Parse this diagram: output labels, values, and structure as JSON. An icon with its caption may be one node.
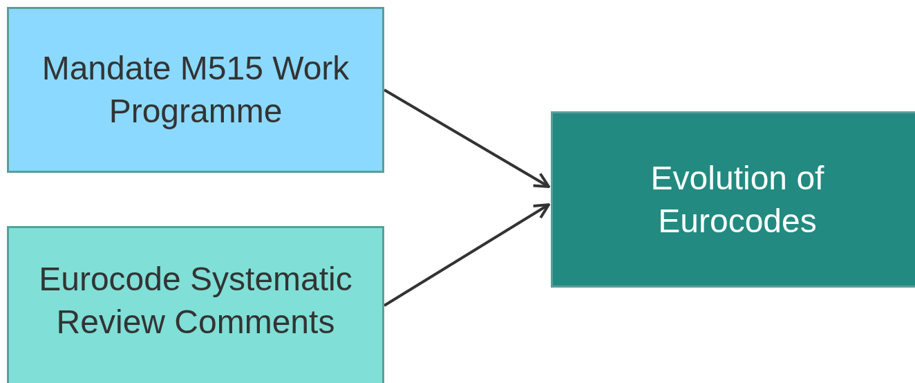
{
  "diagram": {
    "nodes": [
      {
        "text": [
          "Mandate M515 Work Programme"
        ]
      },
      {
        "text": [
          "Eurocode Systematic Review Comments"
        ]
      },
      {
        "text": [
          "Evolution of Eurocodes"
        ]
      }
    ],
    "edges": [
      {
        "from": 0,
        "to": 2,
        "arrow": "to"
      },
      {
        "from": 1,
        "to": 2,
        "arrow": "to"
      }
    ]
  }
}
